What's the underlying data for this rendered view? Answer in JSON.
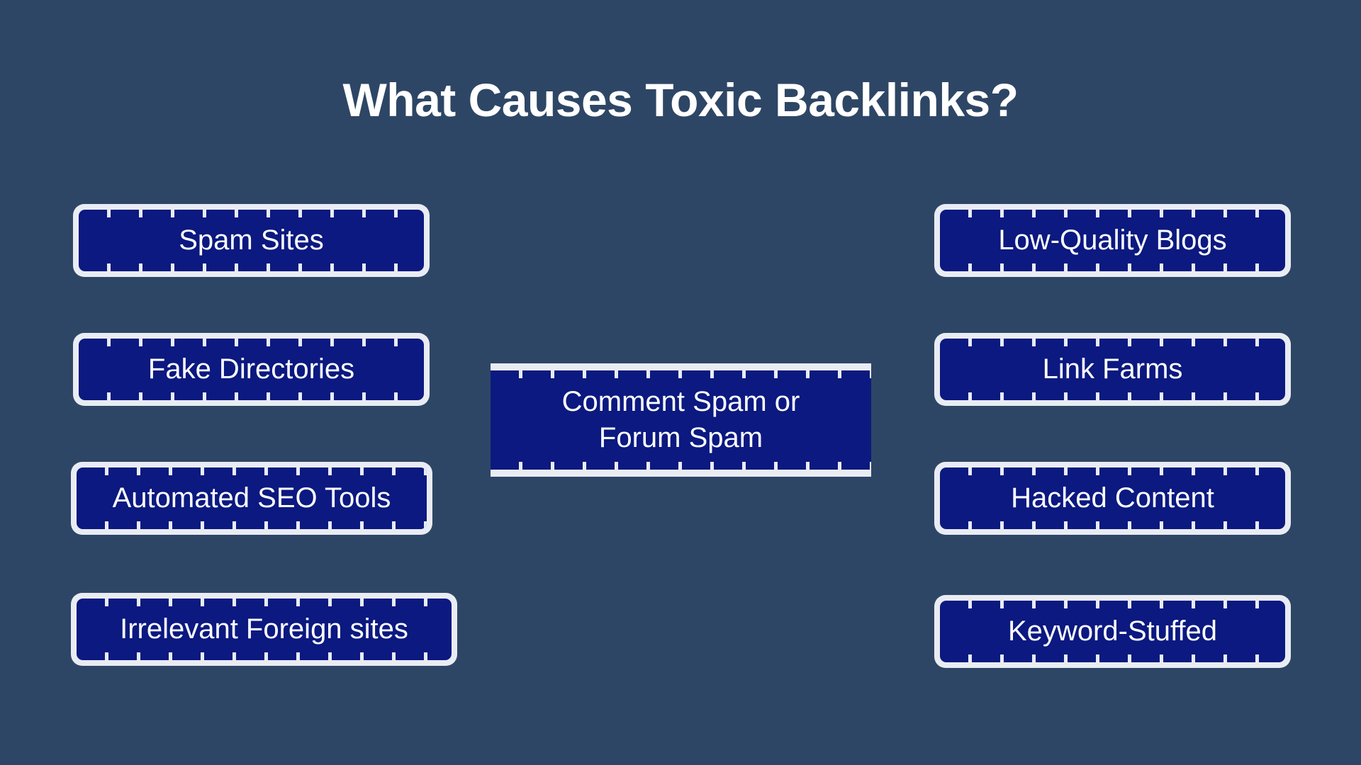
{
  "slide": {
    "title": "What Causes Toxic Backlinks?",
    "background_color": "#2e4665",
    "node_fill_color": "#0b1980",
    "node_border_color": "#e9ecf3",
    "title_color": "#ffffff",
    "label_color": "#ffffff"
  },
  "left_column": [
    {
      "label": "Spam Sites"
    },
    {
      "label": "Fake Directories"
    },
    {
      "label": "Automated SEO Tools"
    },
    {
      "label": "Irrelevant Foreign sites"
    }
  ],
  "center_column": [
    {
      "line1": "Comment Spam or",
      "line2": "Forum Spam"
    }
  ],
  "right_column": [
    {
      "label": "Low-Quality Blogs"
    },
    {
      "label": "Link Farms"
    },
    {
      "label": "Hacked Content"
    },
    {
      "label": "Keyword-Stuffed"
    }
  ]
}
